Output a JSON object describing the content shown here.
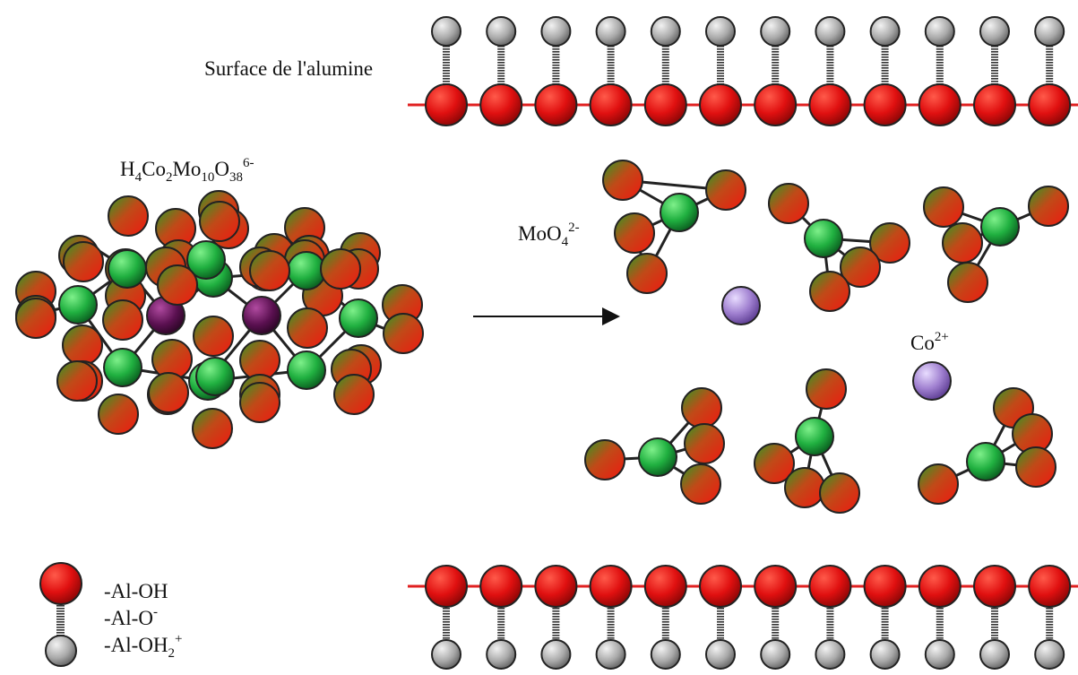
{
  "surface_label": "Surface de l'alumine",
  "polyoxometalate": {
    "formula_parts": [
      {
        "text": "H",
        "pos": "base"
      },
      {
        "text": "4",
        "pos": "sub"
      },
      {
        "text": "Co",
        "pos": "base"
      },
      {
        "text": "2",
        "pos": "sub"
      },
      {
        "text": "Mo",
        "pos": "base"
      },
      {
        "text": "10",
        "pos": "sub"
      },
      {
        "text": "O",
        "pos": "base"
      },
      {
        "text": "38",
        "pos": "sub"
      },
      {
        "text": "6-",
        "pos": "sup"
      }
    ]
  },
  "molybdate": {
    "formula_parts": [
      {
        "text": "MoO",
        "pos": "base"
      },
      {
        "text": "4",
        "pos": "sub"
      },
      {
        "text": "2-",
        "pos": "sup"
      }
    ]
  },
  "cobalt_ion": {
    "formula_parts": [
      {
        "text": "Co",
        "pos": "base"
      },
      {
        "text": "2+",
        "pos": "sup"
      }
    ]
  },
  "legend": {
    "al_oh": "-Al-OH",
    "al_o_parts": [
      {
        "text": "-Al-O",
        "pos": "base"
      },
      {
        "text": "-",
        "pos": "sup"
      }
    ],
    "al_oh2_parts": [
      {
        "text": "-Al-OH",
        "pos": "base"
      },
      {
        "text": "2",
        "pos": "sub"
      },
      {
        "text": "+",
        "pos": "sup"
      }
    ]
  },
  "colors": {
    "alumina_red": "#e01010",
    "hydroxyl_gray": "#a0a0a0",
    "oxygen_red": "#e02010",
    "oxygen_green": "#3a9a20",
    "molybdenum_green": "#20b040",
    "cobalt_purple": "#5a1050",
    "free_cobalt_lavender": "#a080d0",
    "surface_line": "#e02020"
  }
}
